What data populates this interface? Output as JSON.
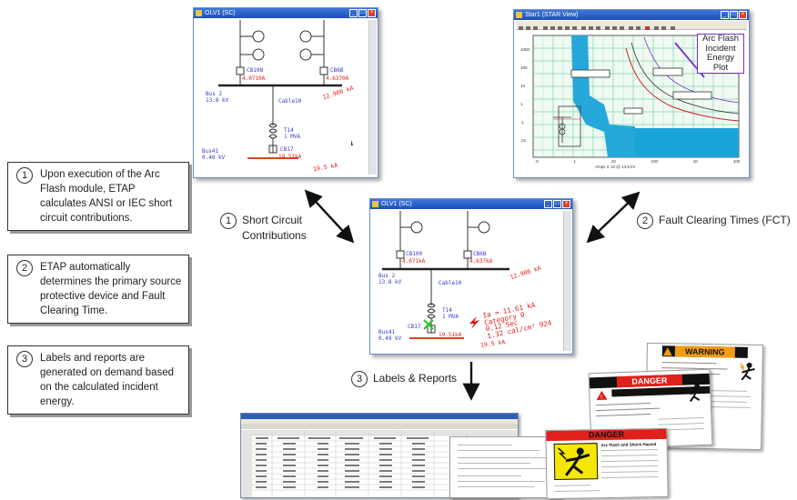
{
  "callouts": [
    {
      "num": "1",
      "text": "Upon execution of the Arc Flash module, ETAP calculates ANSI or IEC short circuit contributions."
    },
    {
      "num": "2",
      "text": "ETAP automatically determines the primary source protective device and Fault Clearing Time."
    },
    {
      "num": "3",
      "text": "Labels and reports are generated on demand based on the calculated incident energy."
    }
  ],
  "flow": {
    "short_circuit": {
      "num": "1",
      "label": "Short Circuit Contributions"
    },
    "fault_clearing": {
      "num": "2",
      "label": "Fault Clearing Times (FCT)"
    },
    "labels_reports": {
      "num": "3",
      "label": "Labels & Reports"
    }
  },
  "oneline_top": {
    "title": "OLV1 (SC)",
    "cb_left": "CB10N",
    "cb_left_amps": "4.0710A",
    "cb_right": "CB6B",
    "cb_right_amps": "4.6370A",
    "bus_name": "Bus 2",
    "bus_kv": "13.8 kV",
    "cable": "Cable10",
    "fault_top": "12.986 kA",
    "xfmr": "T14",
    "xfmr_rating": "1 MVA",
    "bus_low": "Bus41",
    "bus_low_kv": "0.48 kV",
    "cb_low": "CB17",
    "cb_low_amps": "19.51kA",
    "fault_low": "19.5 kA"
  },
  "oneline_center": {
    "title": "OLV1 (SC)",
    "cb_left": "CB100",
    "cb_left_amps": "4.071kA",
    "cb_right": "CB6B",
    "cb_right_amps": "4.637kA",
    "bus_name": "Bus 2",
    "bus_kv": "13.8 kV",
    "cable": "Cable10",
    "fault_top": "12.986 kA",
    "xfmr": "T14",
    "xfmr_rating": "1 MVA",
    "bus_low": "Bus41",
    "bus_low_kv": "0.48 kV",
    "cb_low": "CB17",
    "cb_low_amps": "19.51kA",
    "fault_low": "19.5 kA",
    "arc_results": [
      "Ia = 11.61 kA",
      "Category 0",
      "0.12 Sec",
      "1.32 cal/cm² 924"
    ]
  },
  "star_view": {
    "title": "Star1 (STAR View)",
    "annotation": [
      "Arc Flash",
      "Incident",
      "Energy",
      "Plot"
    ],
    "x_label": "Amps X 10 @ 13.8 kV",
    "y_ticks": [
      "1000",
      "100",
      "10",
      "1",
      ".1",
      ".01"
    ],
    "x_ticks": [
      ".5",
      "1",
      "10",
      "100",
      "1K",
      "10K"
    ]
  },
  "warning_label": {
    "header": "WARNING"
  },
  "danger_label_a": {
    "header": "DANGER"
  },
  "danger_label_b": {
    "header": "DANGER",
    "subheader": "Arc Flash and Shock Hazard"
  },
  "colors": {
    "accent_red": "#e0201b",
    "oneline_blue": "#3a3ad0",
    "chart_grid": "#57c18b",
    "chart_cyan": "#1aa4d8",
    "warning_orange": "#f39c12",
    "danger_yellow": "#f5e800"
  }
}
